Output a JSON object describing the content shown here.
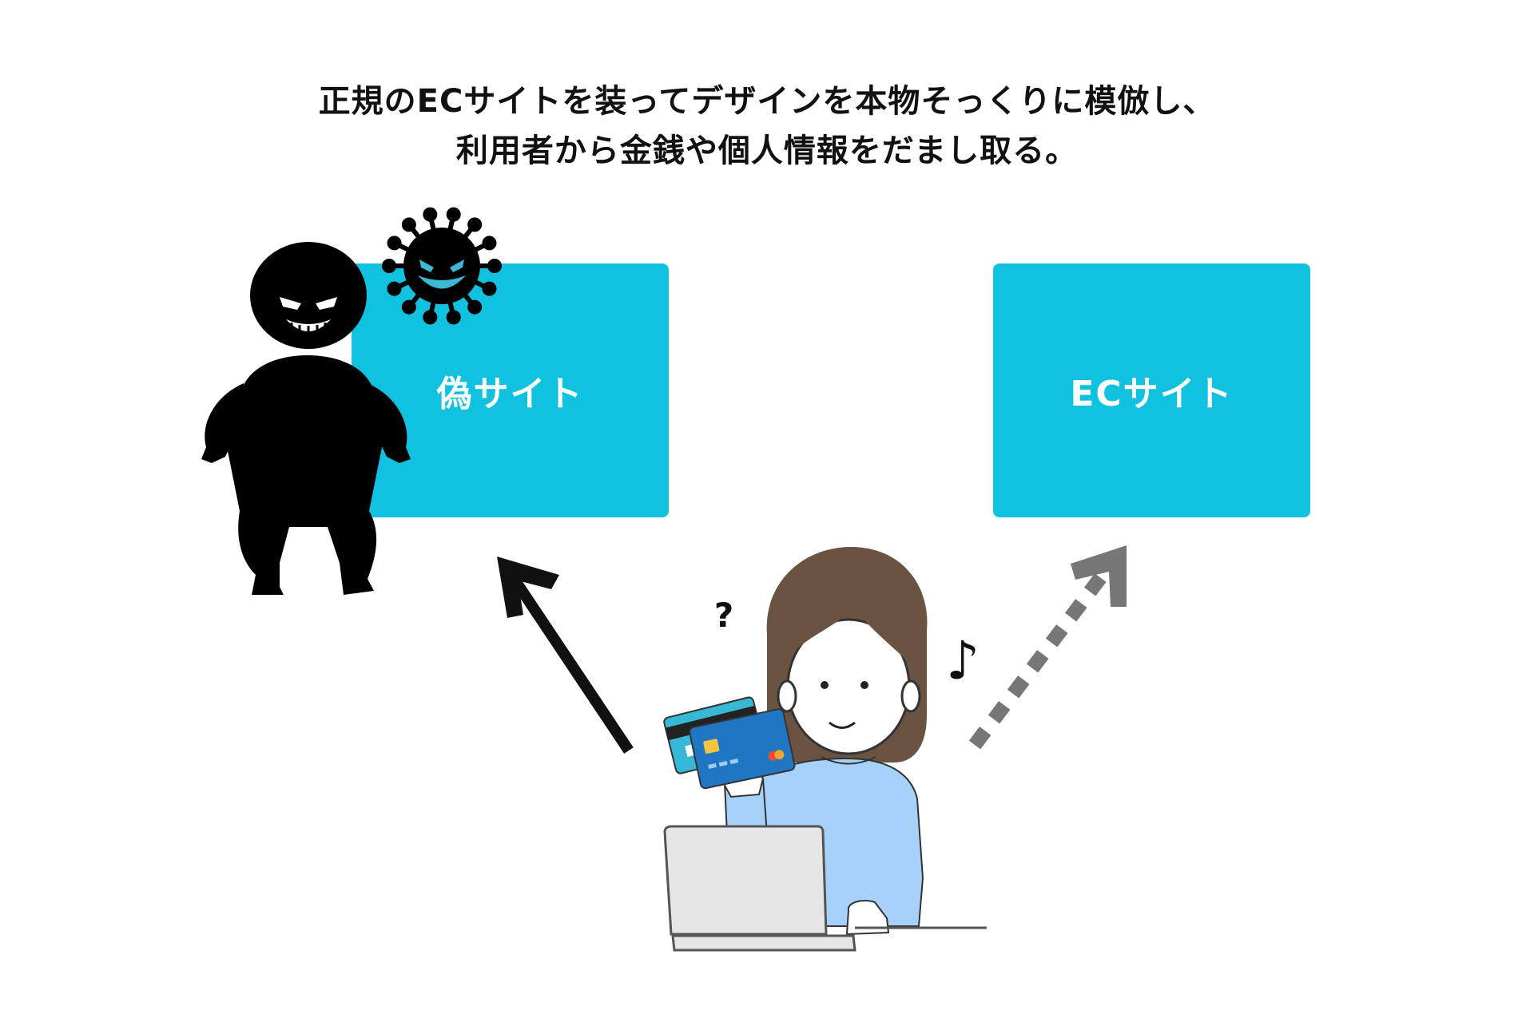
{
  "heading": {
    "line1": "正規のECサイトを装ってデザインを本物そっくりに模倣し、",
    "line2": "利用者から金銭や個人情報をだまし取る。"
  },
  "fake_site": {
    "label": "偽サイト"
  },
  "real_site": {
    "label": "ECサイト"
  },
  "confused_mark": "?",
  "music_note": "♪",
  "colors": {
    "box": "#10c1e0",
    "arrow_solid": "#111111",
    "arrow_dotted": "#777777",
    "hair": "#6b5342",
    "sweater": "#a8d1fa",
    "card_back": "#36b8d6",
    "card_front": "#1f77c4",
    "laptop": "#e6e6e6"
  },
  "icons": [
    "criminal-silhouette-icon",
    "virus-icon",
    "woman-user-icon",
    "credit-card-icon",
    "laptop-icon"
  ]
}
